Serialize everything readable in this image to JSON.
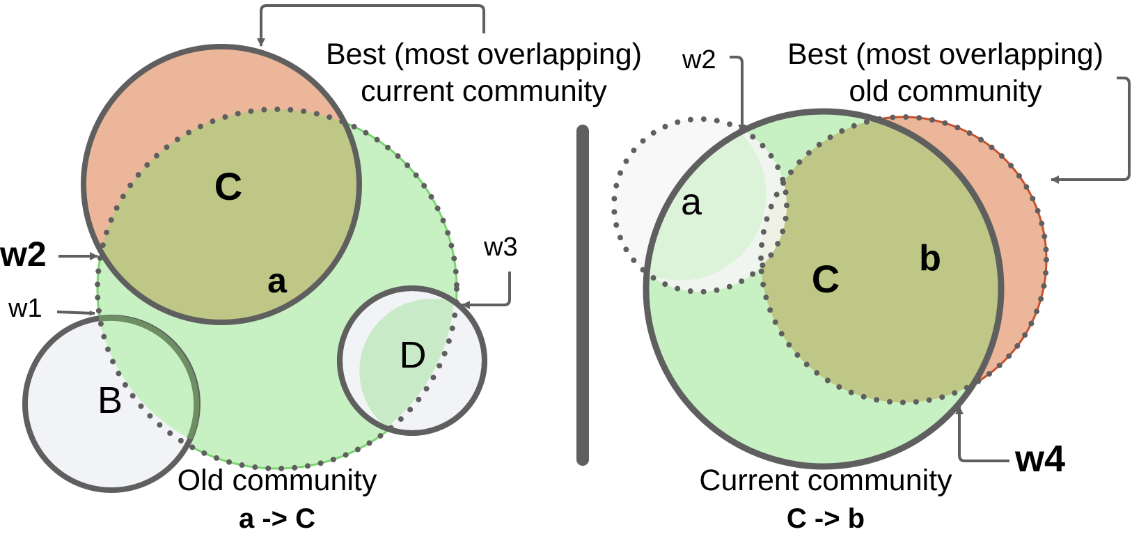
{
  "colors": {
    "stroke": "#5f5f5f",
    "green_fill": "#c8f1c3",
    "green_dash": "#7bd572",
    "orange_fill": "#ebb699",
    "overlap_fill": "#bfc786",
    "grey_fill": "#f2f3f6",
    "faint_fill": "#f7f7f7",
    "red_stroke": "#c8502a",
    "dark_green_stroke": "#6d8f63"
  },
  "left": {
    "callout": [
      "Best (most overlapping)",
      "current community"
    ],
    "labels": {
      "C": "C",
      "a": "a",
      "B": "B",
      "D": "D",
      "w1": "w1",
      "w2": "w2",
      "w3": "w3"
    },
    "caption": [
      "Old community",
      "a -> C"
    ]
  },
  "right": {
    "callout": [
      "Best (most overlapping)",
      "old community"
    ],
    "labels": {
      "a": "a",
      "C": "C",
      "b": "b",
      "w2": "w2",
      "w4": "w4"
    },
    "caption": [
      "Current community",
      "C -> b"
    ]
  }
}
